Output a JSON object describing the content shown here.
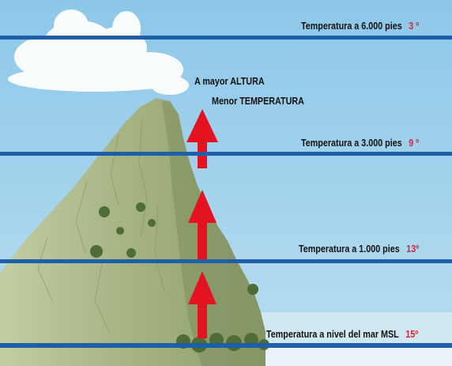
{
  "annotation": {
    "line1": "A mayor  ALTURA",
    "line2": "Menor TEMPERATURA"
  },
  "levels": [
    {
      "label": "Temperatura a 6.000 pies",
      "temp": "3 º"
    },
    {
      "label": "Temperatura a 3.000 pies",
      "temp": "9 º"
    },
    {
      "label": "Temperatura a 1.000 pies",
      "temp": "13º"
    },
    {
      "label": "Temperatura a nivel del mar MSL",
      "temp": "15º"
    }
  ],
  "colors": {
    "sky": "#8ec9ea",
    "band": "#1f5fa8",
    "mountain": "#a9b88a",
    "arrow": "#e3131f",
    "temp_text": "#d0283a",
    "sea": "#c9e5f0"
  }
}
